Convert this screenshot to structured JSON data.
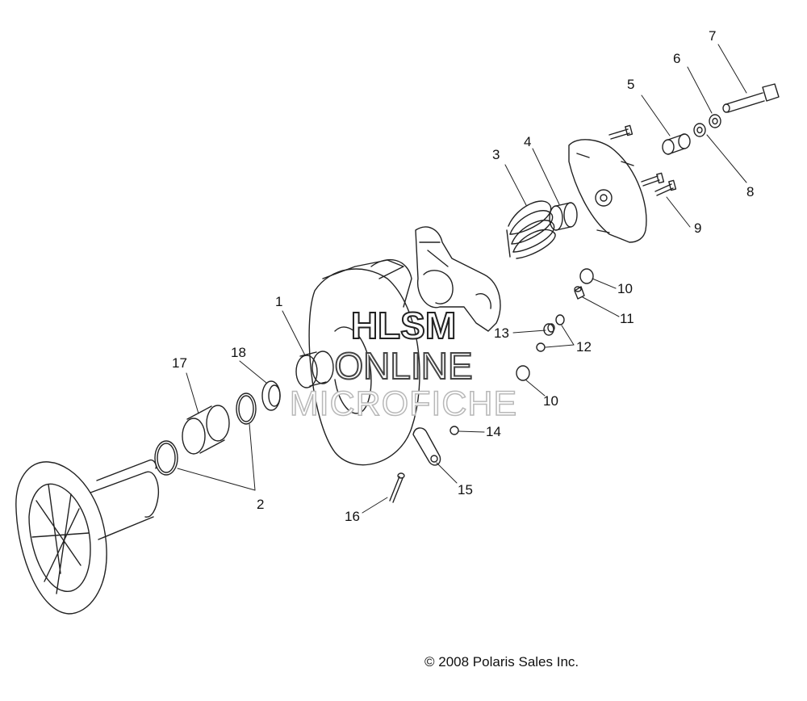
{
  "callouts": [
    {
      "id": "1",
      "text": "1"
    },
    {
      "id": "2",
      "text": "2"
    },
    {
      "id": "3",
      "text": "3"
    },
    {
      "id": "4",
      "text": "4"
    },
    {
      "id": "5",
      "text": "5"
    },
    {
      "id": "6",
      "text": "6"
    },
    {
      "id": "7",
      "text": "7"
    },
    {
      "id": "8",
      "text": "8"
    },
    {
      "id": "9",
      "text": "9"
    },
    {
      "id": "10a",
      "text": "10"
    },
    {
      "id": "10b",
      "text": "10"
    },
    {
      "id": "11",
      "text": "11"
    },
    {
      "id": "12",
      "text": "12"
    },
    {
      "id": "13",
      "text": "13"
    },
    {
      "id": "14",
      "text": "14"
    },
    {
      "id": "15",
      "text": "15"
    },
    {
      "id": "16",
      "text": "16"
    },
    {
      "id": "17",
      "text": "17"
    },
    {
      "id": "18",
      "text": "18"
    }
  ],
  "watermark": {
    "line1": "HLSM",
    "line2": "ONLINE",
    "line3": "MICROFICHE"
  },
  "copyright": "© 2008 Polaris Sales Inc."
}
